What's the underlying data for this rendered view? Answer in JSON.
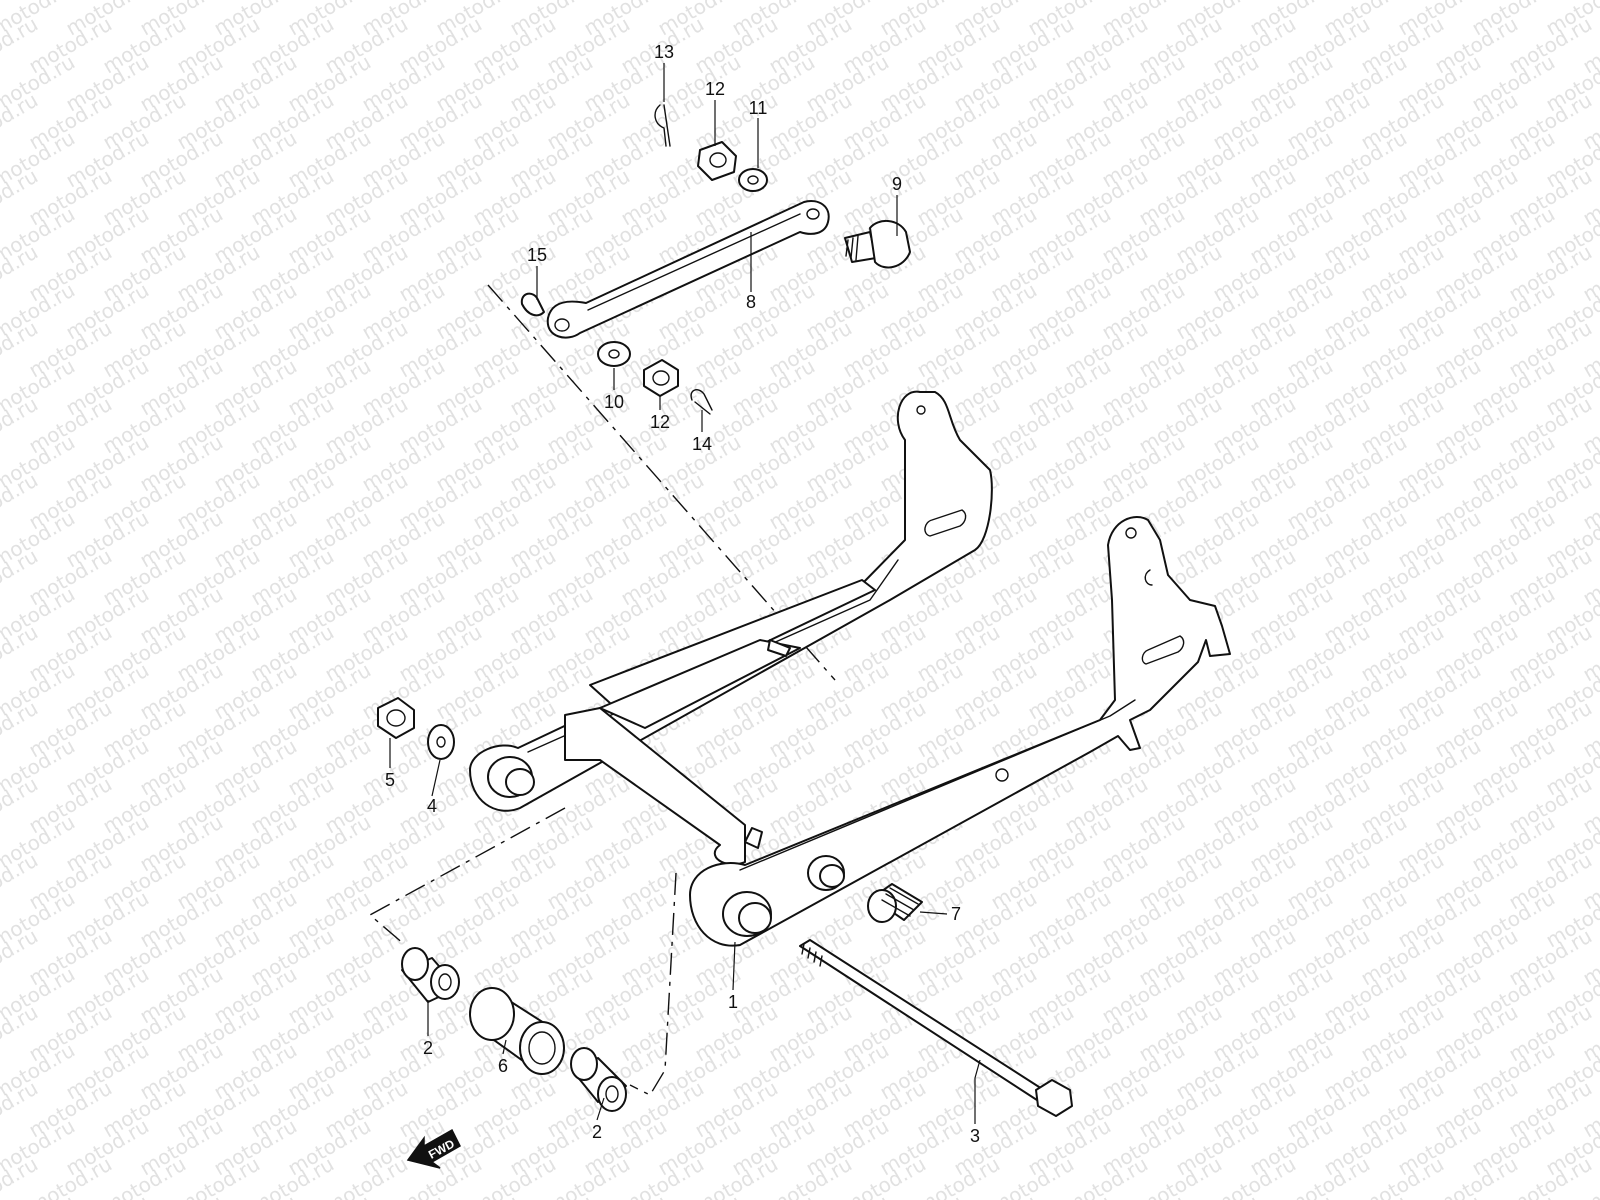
{
  "watermark": {
    "text": "motod.ru"
  },
  "callouts": [
    {
      "id": "1",
      "label": "1"
    },
    {
      "id": "2a",
      "label": "2"
    },
    {
      "id": "2b",
      "label": "2"
    },
    {
      "id": "3",
      "label": "3"
    },
    {
      "id": "4",
      "label": "4"
    },
    {
      "id": "5",
      "label": "5"
    },
    {
      "id": "6",
      "label": "6"
    },
    {
      "id": "7",
      "label": "7"
    },
    {
      "id": "8",
      "label": "8"
    },
    {
      "id": "9",
      "label": "9"
    },
    {
      "id": "10",
      "label": "10"
    },
    {
      "id": "11",
      "label": "11"
    },
    {
      "id": "12a",
      "label": "12"
    },
    {
      "id": "12b",
      "label": "12"
    },
    {
      "id": "13",
      "label": "13"
    },
    {
      "id": "14",
      "label": "14"
    },
    {
      "id": "15",
      "label": "15"
    }
  ],
  "fwd_arrow": {
    "label": "FWD"
  }
}
